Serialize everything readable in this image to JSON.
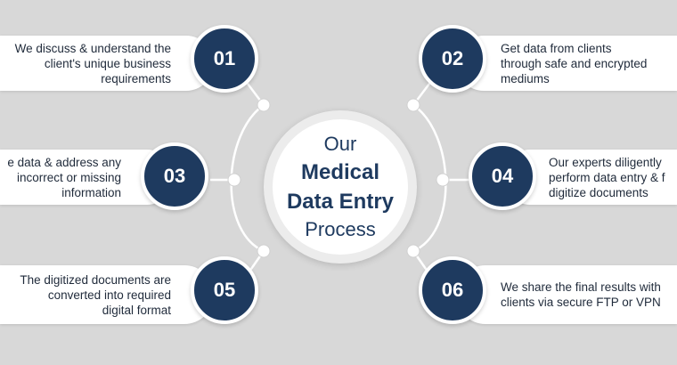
{
  "center": {
    "line1": "Our",
    "line2": "Medical",
    "line3": "Data Entry",
    "line4": "Process"
  },
  "steps": [
    {
      "number": "01",
      "lines": [
        "We discuss & understand the",
        "client's unique business",
        "requirements"
      ]
    },
    {
      "number": "02",
      "lines": [
        "Get data from clients",
        "through safe and encrypted",
        "mediums"
      ]
    },
    {
      "number": "03",
      "lines": [
        "e data & address any",
        "incorrect or missing",
        "information"
      ]
    },
    {
      "number": "04",
      "lines": [
        "Our experts diligently",
        "perform data entry & f",
        "digitize documents"
      ]
    },
    {
      "number": "05",
      "lines": [
        "The digitized documents are",
        "converted into required",
        "digital format"
      ]
    },
    {
      "number": "06",
      "lines": [
        "We share the final results with",
        "clients via secure FTP or VPN",
        ""
      ]
    }
  ],
  "colors": {
    "background": "#d8d8d8",
    "badge": "#1e3a5f",
    "connector": "#ffffff",
    "text": "#1f2a3a"
  }
}
